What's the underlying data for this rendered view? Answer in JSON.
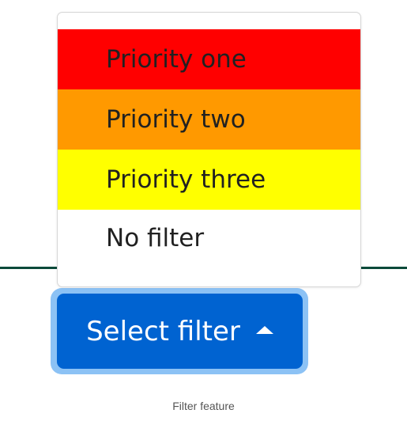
{
  "filter_menu": {
    "items": [
      {
        "label": "Priority one",
        "color": "#ff0000"
      },
      {
        "label": "Priority two",
        "color": "#ff9900"
      },
      {
        "label": "Priority three",
        "color": "#ffff00"
      },
      {
        "label": "No filter",
        "color": "#ffffff"
      }
    ]
  },
  "select_button": {
    "label": "Select filter",
    "color": "#0063d1",
    "icon": "caret-up-icon"
  },
  "divider_color": "#0b4a3a",
  "caption": "Filter feature"
}
